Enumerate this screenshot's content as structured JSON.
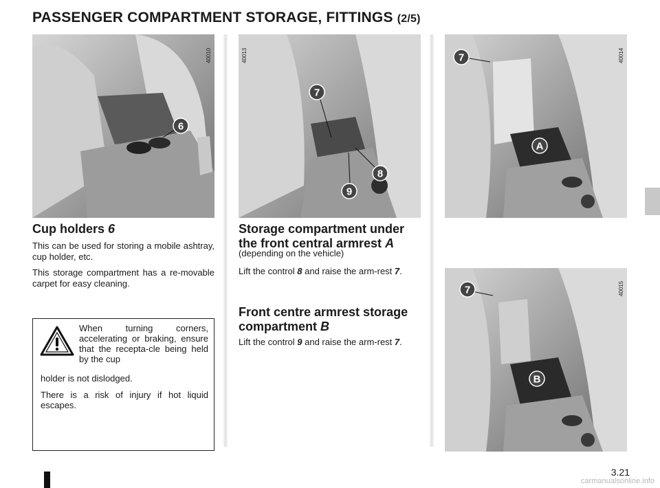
{
  "header": {
    "title": "PASSENGER COMPARTMENT STORAGE, FITTINGS",
    "page_indicator": "(2/5)"
  },
  "figures": {
    "fig1": {
      "ref": "40010",
      "callouts": [
        "6"
      ]
    },
    "fig2": {
      "ref": "40013",
      "callouts": [
        "7",
        "8",
        "9"
      ]
    },
    "fig3": {
      "ref": "40014",
      "callouts": [
        "7",
        "A"
      ]
    },
    "fig4": {
      "ref": "40015",
      "callouts": [
        "7",
        "B"
      ]
    }
  },
  "cup_holders": {
    "heading": "Cup holders ",
    "heading_ref": "6",
    "para1": "This can be used for storing a mobile ashtray, cup holder, etc.",
    "para2": "This storage compartment has a re-movable carpet for easy cleaning."
  },
  "warning": {
    "icon": "warning-triangle-icon",
    "text1": "When turning corners, accelerating or braking, ensure that the recepta-cle being held by the cup",
    "text1_cont": "holder is not dislodged.",
    "text2": "There is a risk of injury if hot liquid escapes."
  },
  "storage_under": {
    "heading_line1": "Storage compartment under",
    "heading_line2": "the front central armrest ",
    "heading_ref": "A",
    "note": "(depending on the vehicle)",
    "text_pre": "Lift the control ",
    "control_ref": "8",
    "text_mid": " and raise the arm-rest ",
    "armrest_ref": "7",
    "text_end": "."
  },
  "front_centre": {
    "heading_line1": "Front centre armrest storage",
    "heading_line2": "compartment ",
    "heading_ref": "B",
    "text_pre": "Lift the control ",
    "control_ref": "9",
    "text_mid": " and raise the arm-rest ",
    "armrest_ref": "7",
    "text_end": "."
  },
  "footer": {
    "page_number": "3.21",
    "watermark": "carmanualsonline.info"
  },
  "colors": {
    "callout_fill": "#444444",
    "photo_grey": "#9a9a9a",
    "text": "#1a1a1a"
  }
}
